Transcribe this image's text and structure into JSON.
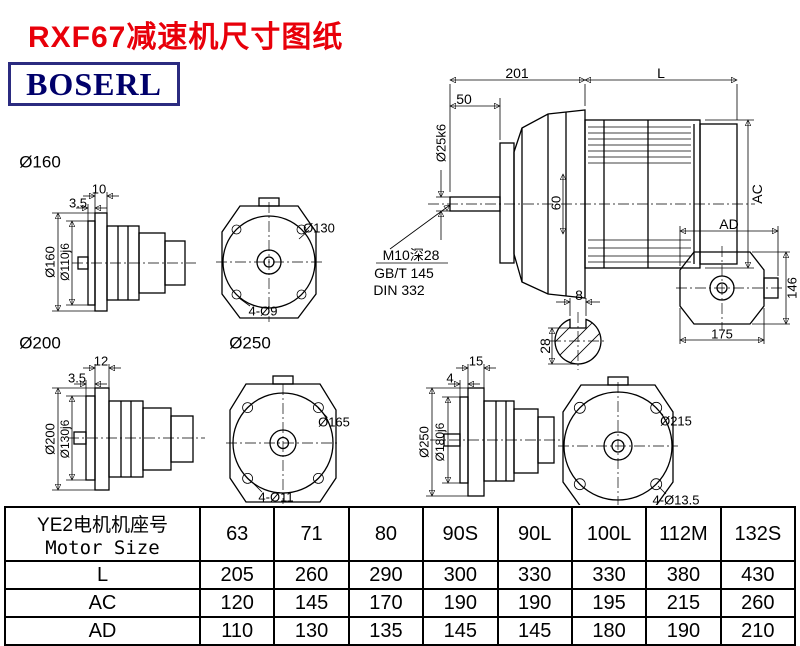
{
  "colors": {
    "title_red": "#e8000a",
    "brand_navy": "#00006a"
  },
  "page": {
    "title": "RXF67减速机尺寸图纸",
    "brand": "BOSERL"
  },
  "assembly": {
    "dim_length_gearbox": "201",
    "dim_length_motor": "L",
    "dim_shaft_protrusion": "50",
    "dim_shaft_diameter": "Ø25k6",
    "dim_hub": "60",
    "dim_motor_diameter": "AC",
    "note_thread": "M10深28",
    "note_standard_1": "GB/T 145",
    "note_standard_2": "DIN 332"
  },
  "keyway": {
    "dim_width": "8",
    "dim_depth": "28"
  },
  "side_view": {
    "dim_ad": "AD",
    "dim_height": "146",
    "dim_width": "175"
  },
  "flange160": {
    "title": "Ø160",
    "dim_thickness": "10",
    "dim_pilot_depth": "3.5",
    "dim_od": "Ø160",
    "dim_pilot": "Ø110j6",
    "dim_bolt_circle": "Ø130",
    "dim_holes": "4-Ø9"
  },
  "flange200": {
    "title": "Ø200",
    "dim_thickness": "12",
    "dim_pilot_depth": "3.5",
    "dim_od": "Ø200",
    "dim_pilot": "Ø130j6",
    "dim_bolt_circle": "Ø165",
    "dim_holes": "4-Ø11"
  },
  "flange250": {
    "title": "Ø250",
    "dim_thickness": "15",
    "dim_pilot_depth": "4",
    "dim_od": "Ø250",
    "dim_pilot": "Ø180j6",
    "dim_bolt_circle": "Ø215",
    "dim_holes": "4-Ø13.5"
  },
  "table": {
    "header_cn": "YE2电机机座号",
    "header_en": "Motor Size",
    "motor_sizes": [
      "63",
      "71",
      "80",
      "90S",
      "90L",
      "100L",
      "112M",
      "132S"
    ],
    "rows": [
      {
        "label": "L",
        "values": [
          "205",
          "260",
          "290",
          "300",
          "330",
          "330",
          "380",
          "430"
        ]
      },
      {
        "label": "AC",
        "values": [
          "120",
          "145",
          "170",
          "190",
          "190",
          "195",
          "215",
          "260"
        ]
      },
      {
        "label": "AD",
        "values": [
          "110",
          "130",
          "135",
          "145",
          "145",
          "180",
          "190",
          "210"
        ]
      }
    ]
  }
}
